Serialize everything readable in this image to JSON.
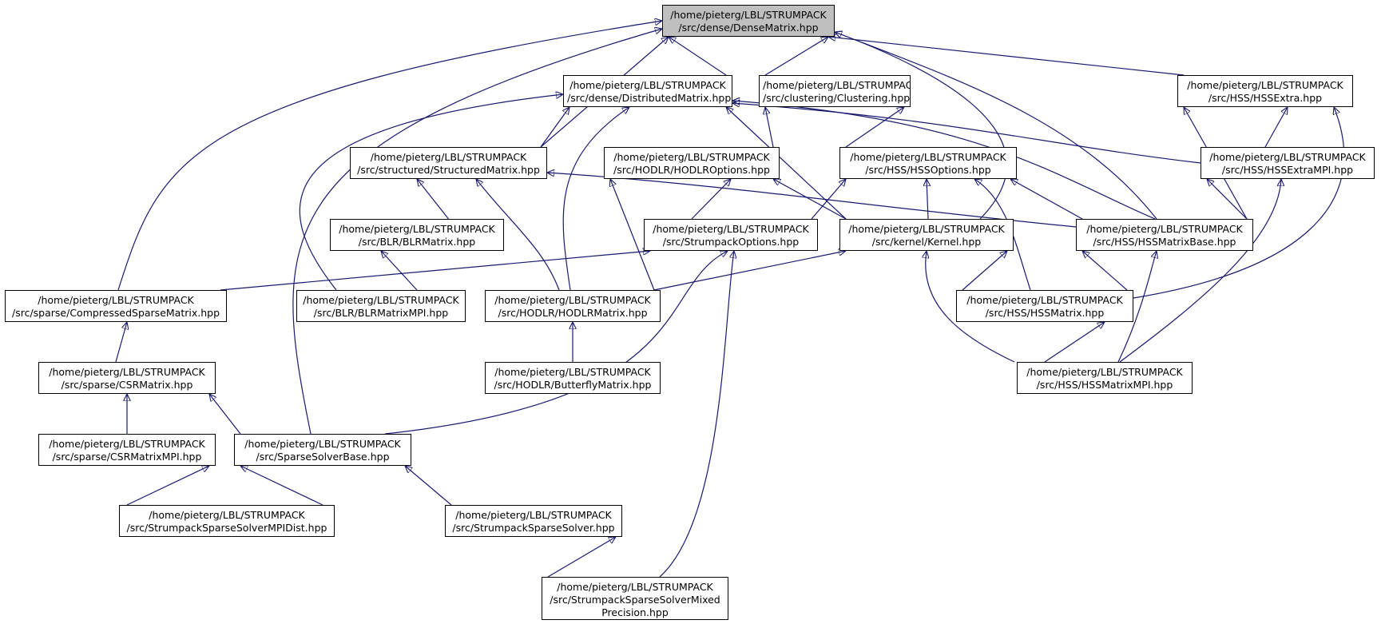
{
  "colors": {
    "edge": "#191970",
    "focus_fill": "#bfbfbf",
    "node_border": "#000000"
  },
  "nodes": [
    {
      "id": "dense",
      "lines": [
        "/home/pieterg/LBL/STRUMPACK",
        "/src/dense/DenseMatrix.hpp"
      ],
      "focus": true
    },
    {
      "id": "distributed",
      "lines": [
        "/home/pieterg/LBL/STRUMPACK",
        "/src/dense/DistributedMatrix.hpp"
      ]
    },
    {
      "id": "clustering",
      "lines": [
        "/home/pieterg/LBL/STRUMPACK",
        "/src/clustering/Clustering.hpp"
      ]
    },
    {
      "id": "hssextra",
      "lines": [
        "/home/pieterg/LBL/STRUMPACK",
        "/src/HSS/HSSExtra.hpp"
      ]
    },
    {
      "id": "structured",
      "lines": [
        "/home/pieterg/LBL/STRUMPACK",
        "/src/structured/StructuredMatrix.hpp"
      ]
    },
    {
      "id": "hodlropts",
      "lines": [
        "/home/pieterg/LBL/STRUMPACK",
        "/src/HODLR/HODLROptions.hpp"
      ]
    },
    {
      "id": "hssopts",
      "lines": [
        "/home/pieterg/LBL/STRUMPACK",
        "/src/HSS/HSSOptions.hpp"
      ]
    },
    {
      "id": "hssextrampi",
      "lines": [
        "/home/pieterg/LBL/STRUMPACK",
        "/src/HSS/HSSExtraMPI.hpp"
      ]
    },
    {
      "id": "blr",
      "lines": [
        "/home/pieterg/LBL/STRUMPACK",
        "/src/BLR/BLRMatrix.hpp"
      ]
    },
    {
      "id": "sopts",
      "lines": [
        "/home/pieterg/LBL/STRUMPACK",
        "/src/StrumpackOptions.hpp"
      ]
    },
    {
      "id": "kernel",
      "lines": [
        "/home/pieterg/LBL/STRUMPACK",
        "/src/kernel/Kernel.hpp"
      ]
    },
    {
      "id": "hssbase",
      "lines": [
        "/home/pieterg/LBL/STRUMPACK",
        "/src/HSS/HSSMatrixBase.hpp"
      ]
    },
    {
      "id": "compressed",
      "lines": [
        "/home/pieterg/LBL/STRUMPACK",
        "/src/sparse/CompressedSparseMatrix.hpp"
      ]
    },
    {
      "id": "blrmpi",
      "lines": [
        "/home/pieterg/LBL/STRUMPACK",
        "/src/BLR/BLRMatrixMPI.hpp"
      ]
    },
    {
      "id": "hodlrmat",
      "lines": [
        "/home/pieterg/LBL/STRUMPACK",
        "/src/HODLR/HODLRMatrix.hpp"
      ]
    },
    {
      "id": "hssmat",
      "lines": [
        "/home/pieterg/LBL/STRUMPACK",
        "/src/HSS/HSSMatrix.hpp"
      ]
    },
    {
      "id": "csr",
      "lines": [
        "/home/pieterg/LBL/STRUMPACK",
        "/src/sparse/CSRMatrix.hpp"
      ]
    },
    {
      "id": "butterfly",
      "lines": [
        "/home/pieterg/LBL/STRUMPACK",
        "/src/HODLR/ButterflyMatrix.hpp"
      ]
    },
    {
      "id": "hssmpi",
      "lines": [
        "/home/pieterg/LBL/STRUMPACK",
        "/src/HSS/HSSMatrixMPI.hpp"
      ]
    },
    {
      "id": "csrmpi",
      "lines": [
        "/home/pieterg/LBL/STRUMPACK",
        "/src/sparse/CSRMatrixMPI.hpp"
      ]
    },
    {
      "id": "sparsebase",
      "lines": [
        "/home/pieterg/LBL/STRUMPACK",
        "/src/SparseSolverBase.hpp"
      ]
    },
    {
      "id": "mpidist",
      "lines": [
        "/home/pieterg/LBL/STRUMPACK",
        "/src/StrumpackSparseSolverMPIDist.hpp"
      ]
    },
    {
      "id": "sparsesolver",
      "lines": [
        "/home/pieterg/LBL/STRUMPACK",
        "/src/StrumpackSparseSolver.hpp"
      ]
    },
    {
      "id": "mixed",
      "lines": [
        "/home/pieterg/LBL/STRUMPACK",
        "/src/StrumpackSparseSolverMixed",
        "Precision.hpp"
      ]
    }
  ],
  "edges": [
    [
      "distributed",
      "dense"
    ],
    [
      "clustering",
      "dense"
    ],
    [
      "hssextra",
      "dense"
    ],
    [
      "structured",
      "dense"
    ],
    [
      "compressed",
      "dense"
    ],
    [
      "sparsebase",
      "dense"
    ],
    [
      "kernel",
      "dense"
    ],
    [
      "hssbase",
      "dense"
    ],
    [
      "structured",
      "distributed"
    ],
    [
      "blrmpi",
      "distributed"
    ],
    [
      "hodlrmat",
      "distributed"
    ],
    [
      "kernel",
      "distributed"
    ],
    [
      "hssbase",
      "distributed"
    ],
    [
      "hssextrampi",
      "distributed"
    ],
    [
      "hodlropts",
      "clustering"
    ],
    [
      "hssopts",
      "clustering"
    ],
    [
      "hssextrampi",
      "hssextra"
    ],
    [
      "hssbase",
      "hssextra"
    ],
    [
      "hssmat",
      "hssextra"
    ],
    [
      "blr",
      "structured"
    ],
    [
      "hodlrmat",
      "structured"
    ],
    [
      "hssbase",
      "structured"
    ],
    [
      "sopts",
      "hodlropts"
    ],
    [
      "hodlrmat",
      "hodlropts"
    ],
    [
      "kernel",
      "hodlropts"
    ],
    [
      "sopts",
      "hssopts"
    ],
    [
      "kernel",
      "hssopts"
    ],
    [
      "hssbase",
      "hssopts"
    ],
    [
      "hssmat",
      "hssopts"
    ],
    [
      "hssbase",
      "hssextrampi"
    ],
    [
      "hssmpi",
      "hssextrampi"
    ],
    [
      "blrmpi",
      "blr"
    ],
    [
      "compressed",
      "sopts"
    ],
    [
      "sparsebase",
      "sopts"
    ],
    [
      "mixed",
      "sopts"
    ],
    [
      "hodlrmat",
      "kernel"
    ],
    [
      "hssmat",
      "kernel"
    ],
    [
      "hssmpi",
      "kernel"
    ],
    [
      "hssmat",
      "hssbase"
    ],
    [
      "hssmpi",
      "hssbase"
    ],
    [
      "csr",
      "compressed"
    ],
    [
      "butterfly",
      "hodlrmat"
    ],
    [
      "hssmpi",
      "hssmat"
    ],
    [
      "csrmpi",
      "csr"
    ],
    [
      "sparsebase",
      "csr"
    ],
    [
      "mpidist",
      "csrmpi"
    ],
    [
      "mpidist",
      "sparsebase"
    ],
    [
      "sparsesolver",
      "sparsebase"
    ],
    [
      "mixed",
      "sparsesolver"
    ]
  ]
}
